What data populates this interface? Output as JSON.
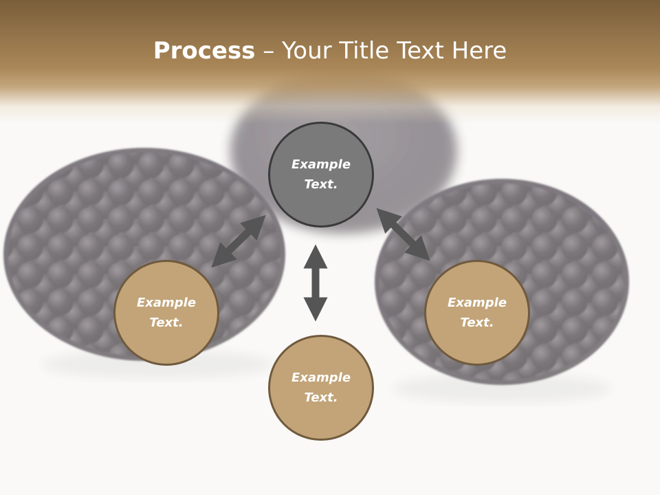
{
  "slide": {
    "title_bold": "Process",
    "title_rest": " – Your Title Text Here"
  },
  "nodes": {
    "top": "Example\nText.",
    "left": "Example\nText.",
    "right": "Example\nText.",
    "bottom": "Example\nText."
  },
  "colors": {
    "header": "#aa8758",
    "node_tan": "#c2a478",
    "node_gray": "#7a7a7a",
    "arrow": "#555555"
  },
  "icons": {
    "connector": "double-headed-arrow"
  }
}
